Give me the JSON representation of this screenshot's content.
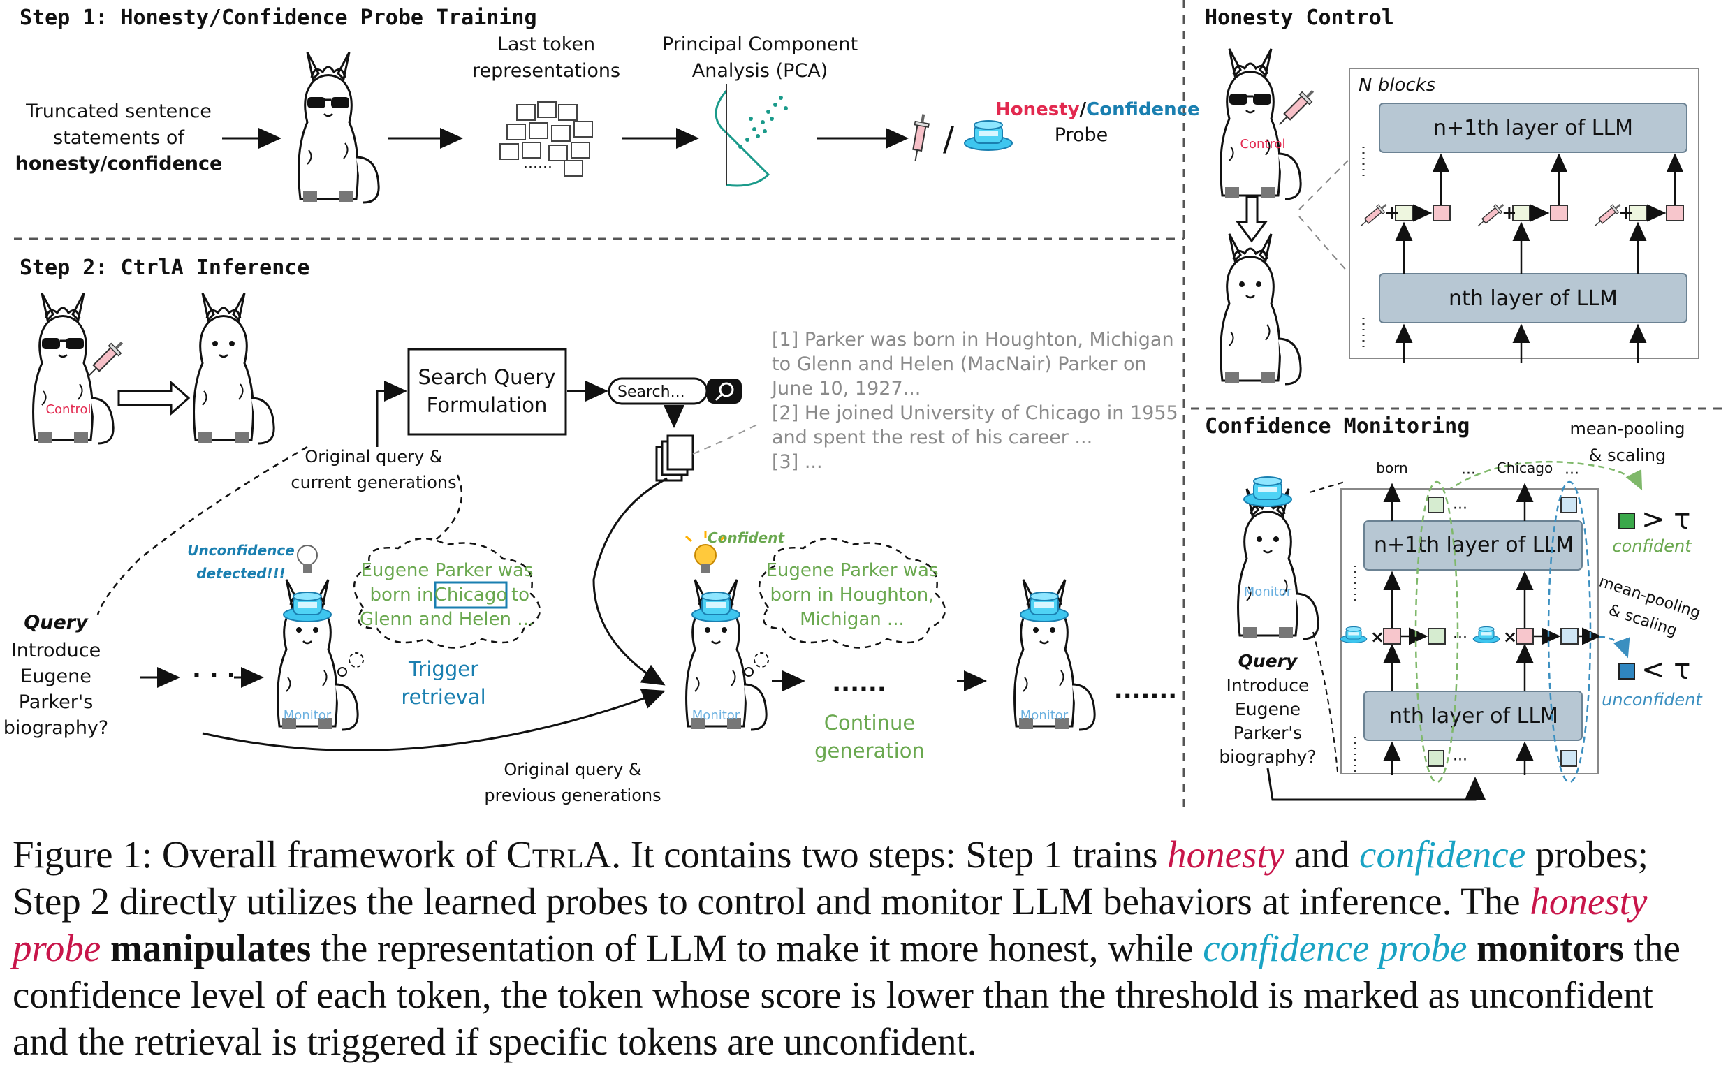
{
  "step1": {
    "title": "Step 1: Honesty/Confidence Probe Training",
    "input_lines": [
      "Truncated sentence",
      "statements of",
      "honesty/confidence"
    ],
    "last_token_lines": [
      "Last token",
      "representations"
    ],
    "pca_lines": [
      "Principal Component",
      "Analysis (PCA)"
    ],
    "probe_honesty": "Honesty",
    "probe_slash": "/",
    "probe_confidence": "Confidence",
    "probe_word": "Probe",
    "dots": "......"
  },
  "step2": {
    "title": "Step 2: CtrlA Inference",
    "control_tag": "Control",
    "search_query_lines": [
      "Search Query",
      "Formulation"
    ],
    "search_placeholder": "Search...",
    "orig_query_current": [
      "Original query &",
      "current generations"
    ],
    "retrieved_docs": [
      "[1] Parker was born in Houghton, Michigan",
      "to Glenn and Helen (MacNair) Parker on",
      "June 10, 1927...",
      "[2] He joined University of Chicago in 1955",
      "and spent the rest of his career ...",
      "[3] ..."
    ],
    "unconfidence_lines": [
      "Unconfidence",
      "detected!!!"
    ],
    "confident_label": "Confident",
    "thought1": [
      "Eugene Parker was",
      "born in",
      "Chicago",
      "to",
      "Glenn and Helen ..."
    ],
    "thought2": [
      "Eugene Parker was",
      "born in Houghton,",
      "Michigan ..."
    ],
    "trigger_lines": [
      "Trigger",
      "retrieval"
    ],
    "continue_lines": [
      "Continue",
      "generation"
    ],
    "query_label": "Query",
    "query_lines": [
      "Introduce",
      "Eugene",
      "Parker's",
      "biography?"
    ],
    "orig_query_prev": [
      "Original query &",
      "previous generations"
    ],
    "monitor_tag": "Monitor",
    "ellipsis": "· · ·",
    "dots6": "......",
    "dots7": "......."
  },
  "honesty_control": {
    "title": "Honesty Control",
    "control_tag": "Control",
    "n_blocks": "N blocks",
    "layer_upper": "n+1th layer of LLM",
    "layer_lower": "nth layer of LLM"
  },
  "confidence_monitoring": {
    "title": "Confidence Monitoring",
    "mean_pool_top": [
      "mean-pooling",
      "& scaling"
    ],
    "mean_pool_mid": [
      "mean-pooling",
      "& scaling"
    ],
    "born": "born",
    "chicago": "Chicago",
    "confident": "confident",
    "unconfident": "unconfident",
    "gt_tau": "> τ",
    "lt_tau": "< τ",
    "layer_upper": "n+1th layer of LLM",
    "layer_lower": "nth layer of LLM",
    "monitor_tag": "Monitor",
    "query_label": "Query",
    "query_lines": [
      "Introduce",
      "Eugene",
      "Parker's",
      "biography?"
    ]
  },
  "caption": {
    "figure": "Figure 1:",
    "p1": " Overall framework of ",
    "ctrla": "CtrlA",
    "p2": ". It contains two steps: Step 1 trains ",
    "honesty": "honesty",
    "p3": " and ",
    "confidence": "confidence",
    "p4": " probes; Step 2 directly utilizes the learned probes to control and monitor LLM behaviors at inference. The ",
    "honesty_probe": "honesty probe",
    "p5": " ",
    "manipulates": "manipulates",
    "p6": " the representation of LLM to make it more honest, while ",
    "confidence_probe": "confidence probe",
    "p7": " ",
    "monitors": "monitors",
    "p8": " the confidence level of each token, the token whose score is lower than the threshold is marked as unconfident and the retrieval is triggered if specific tokens are unconfident."
  },
  "colors": {
    "honesty_red": "#c8154a",
    "confidence_blue": "#1a7fb0",
    "green_text": "#6aa84f",
    "layer_fill": "#b7c7d3",
    "grey_doc": "#8a8a8a"
  }
}
